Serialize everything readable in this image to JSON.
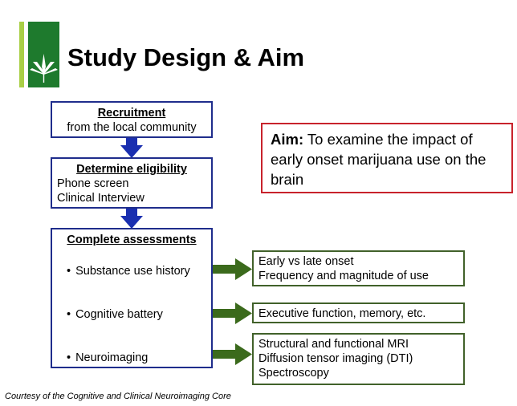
{
  "title": "Study Design & Aim",
  "flow": {
    "recruitment": {
      "heading": "Recruitment",
      "line": "from the local community"
    },
    "eligibility": {
      "heading": "Determine eligibility",
      "lines": [
        "Phone screen",
        "Clinical Interview"
      ]
    },
    "assessments": {
      "heading": "Complete assessments",
      "items": [
        "Substance use history",
        "Cognitive battery",
        "Neuroimaging"
      ]
    }
  },
  "outcomes": [
    {
      "lines": [
        "Early vs late onset",
        "Frequency and magnitude of use"
      ]
    },
    {
      "lines": [
        "Executive function, memory, etc."
      ]
    },
    {
      "lines": [
        "Structural and functional MRI",
        "Diffusion tensor imaging (DTI)",
        "Spectroscopy"
      ]
    }
  ],
  "aim": {
    "label": "Aim:",
    "text": " To examine the impact of early onset marijuana use on the brain"
  },
  "footer": "Courtesy of the Cognitive and Clinical Neuroimaging Core",
  "colors": {
    "flow_border": "#1f2d8c",
    "flow_arrow": "#1a2fb0",
    "outcome_border": "#41612a",
    "outcome_arrow": "#3b6a1c",
    "aim_border": "#c8232c",
    "logo_green": "#1e7a2d",
    "logo_bar": "#a9cf46"
  },
  "icons": {
    "logo": "leaf-icon"
  }
}
